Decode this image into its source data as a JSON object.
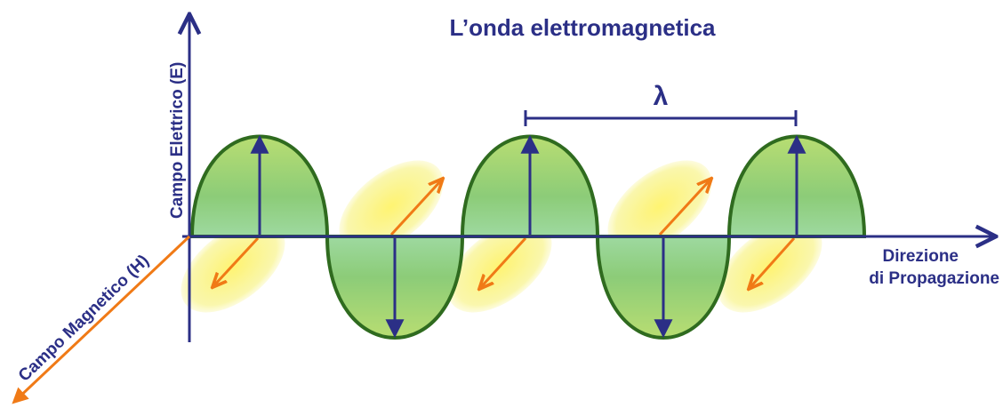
{
  "title": "L’onda elettromagnetica",
  "labels": {
    "electric_axis": "Campo Elettrico (E)",
    "magnetic_axis": "Campo Magnetico (H)",
    "propagation_line1": "Direzione",
    "propagation_line2": "di Propagazione",
    "wavelength": "λ"
  },
  "colors": {
    "text": "#2b2f86",
    "axis": "#2b2f86",
    "electric_outline": "#2f6b1f",
    "electric_fill": "#9fd05a",
    "magnetic_fill": "#f2ee55",
    "magnetic_arrow": "#f07a16"
  }
}
